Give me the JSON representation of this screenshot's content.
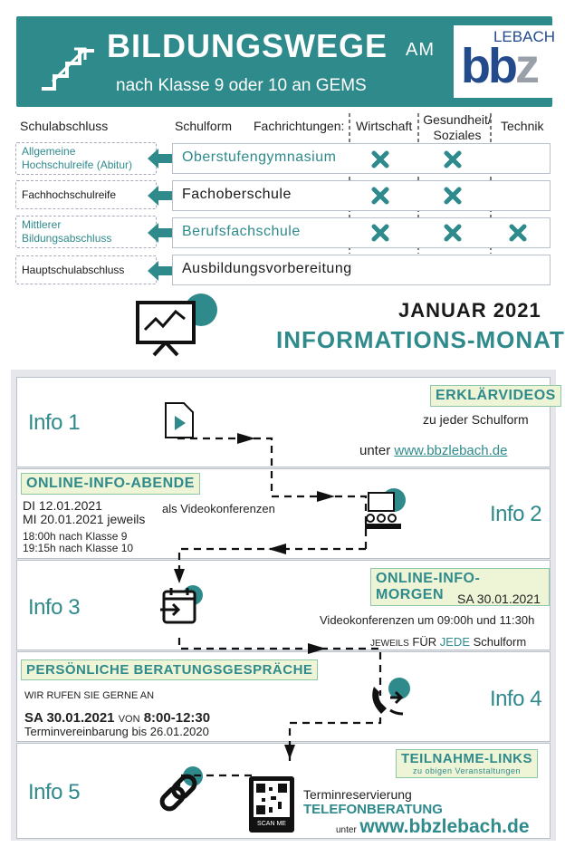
{
  "header": {
    "title": "Bildungswege",
    "am": "am",
    "subtitle": "nach Klasse 9 oder 10 an GEMS",
    "logo_top": "LEBACH",
    "logo_main_dark": "bb",
    "logo_main_light": "z"
  },
  "matrix": {
    "col_schulabschluss": "Schulabschluss",
    "col_schulform": "Schulform",
    "col_fachrichtungen": "Fachrichtungen:",
    "fach": [
      "Wirtschaft",
      "Gesundheit/\nSoziales",
      "Technik"
    ],
    "rows": [
      {
        "abschluss": "Allgemeine Hochschulreife (Abitur)",
        "schulform": "Oberstufengymnasium",
        "wirtschaft": true,
        "gesundheit": true,
        "technik": false
      },
      {
        "abschluss": "Fachhochschulreife",
        "schulform": "Fachoberschule",
        "wirtschaft": true,
        "gesundheit": true,
        "technik": false
      },
      {
        "abschluss": "Mittlerer Bildungsabschluss",
        "schulform": "Berufsfachschule",
        "wirtschaft": true,
        "gesundheit": true,
        "technik": true
      },
      {
        "abschluss": "Hauptschulabschluss",
        "schulform": "Ausbildungsvorbereitung",
        "wirtschaft": false,
        "gesundheit": false,
        "technik": false
      }
    ]
  },
  "month": {
    "date": "Januar 2021",
    "title": "Informations-Monat"
  },
  "info1": {
    "label": "Info 1",
    "tag": "Erklärvideos",
    "line1": "zu jeder Schulform",
    "prefix": "unter",
    "url": "www.bbzlebach.de"
  },
  "info2": {
    "label": "Info 2",
    "tag": "Online-Info-Abende",
    "date1": "DI 12.01.2021",
    "date2": "MI 20.01.2021 jeweils",
    "note": "als Videokonferenzen",
    "time1": "18:00h nach Klasse 9",
    "time2": "19:15h nach Klasse 10"
  },
  "info3": {
    "label": "Info 3",
    "tag": "Online-Info-Morgen",
    "date": "SA 30.01.2021",
    "line1": "Videokonferenzen um 09:00h und 11:30h",
    "line2_prefix": "jeweils",
    "line2_a": "Für",
    "line2_b": "jede",
    "line2_c": "Schulform"
  },
  "info4": {
    "label": "Info 4",
    "tag": "Persönliche Beratungsgespräche",
    "line1": "Wir rufen Sie gerne an",
    "date": "SA 30.01.2021",
    "von": "von",
    "time": "8:00-12:30",
    "line3": "Terminvereinbarung bis 26.01.2020"
  },
  "info5": {
    "label": "Info 5",
    "tag": "Teilnahme-Links",
    "tag_sub": "zu obigen Veranstaltungen",
    "line1": "Terminreservierung",
    "line1_b": "Telefonberatung",
    "qr_caption": "SCAN ME",
    "prefix": "unter",
    "url": "www.bbzlebach.de"
  },
  "colors": {
    "teal": "#2f8a8c",
    "navy": "#234b8c",
    "tag_bg": "#eef5d6"
  }
}
